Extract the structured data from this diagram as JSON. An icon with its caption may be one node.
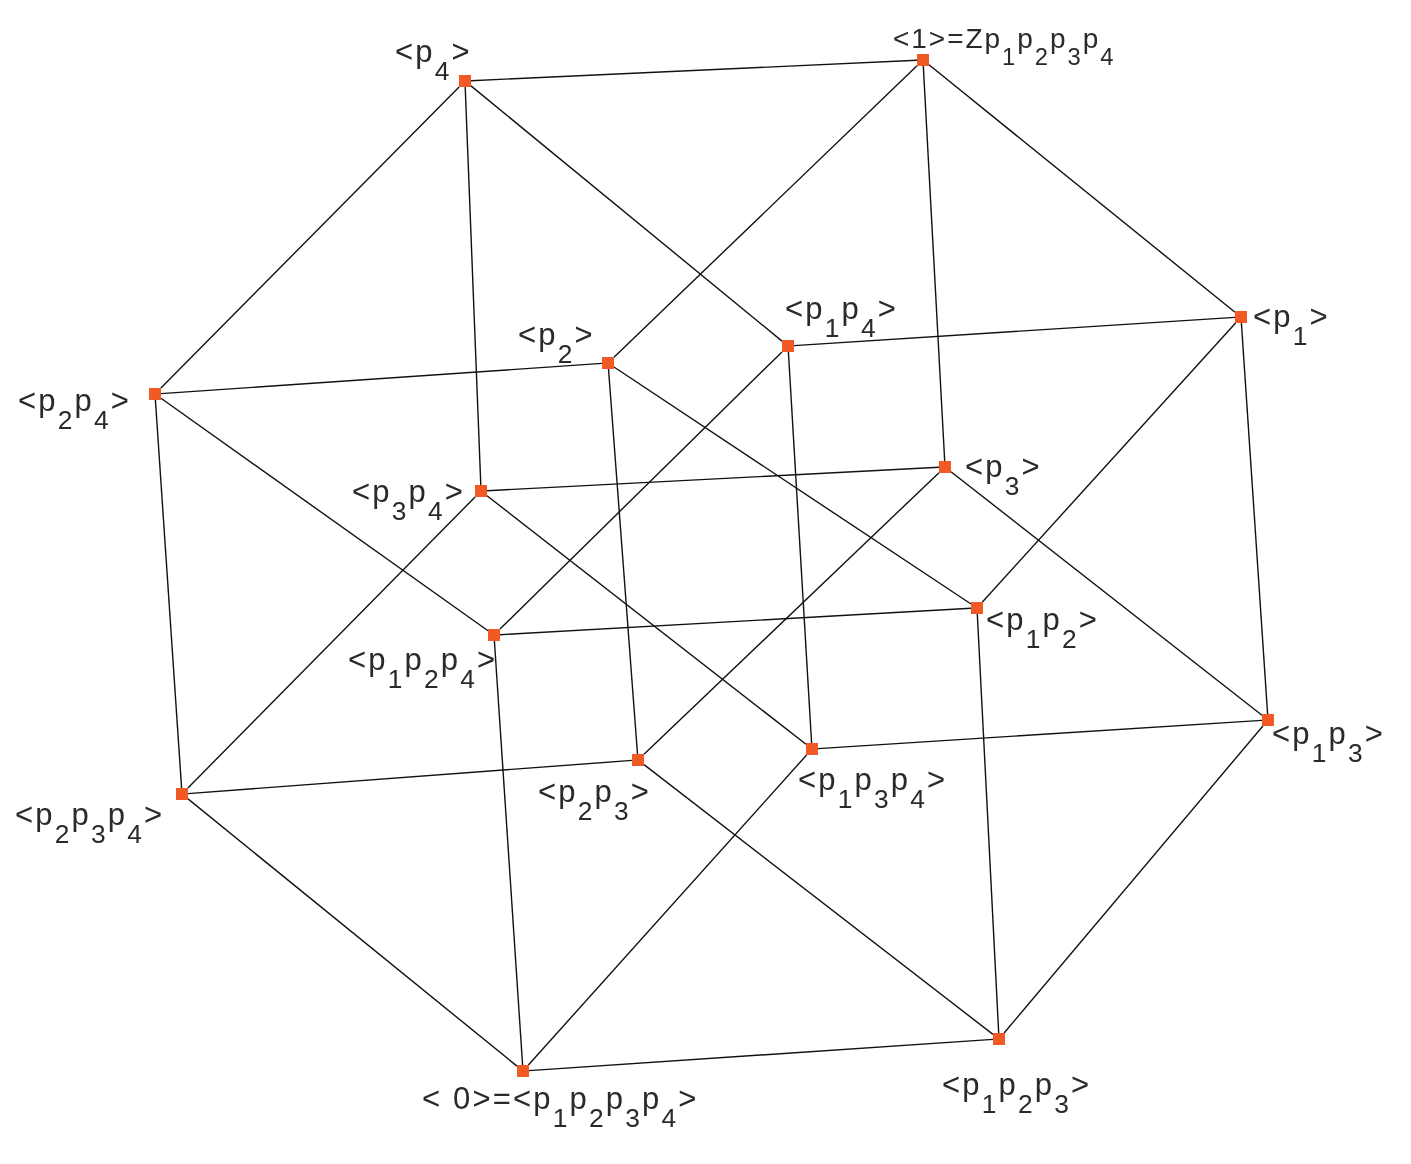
{
  "diagram": {
    "nodes": [
      {
        "text": [],
        "shape": "box",
        "beside": [
          "<1>=Zp$_{1}$p$_{2}$p$_{3}$p$_{4}$"
        ]
      },
      {
        "text": [],
        "shape": "box",
        "beside": [
          "<p$_{4}$>"
        ]
      },
      {
        "text": [],
        "shape": "box",
        "beside": [
          "<p$_{1}$>"
        ]
      },
      {
        "text": [],
        "shape": "box",
        "beside": [
          "<p$_{1}$p$_{4}$>"
        ]
      },
      {
        "text": [],
        "shape": "box",
        "beside": [
          "<p$_{2}$>"
        ]
      },
      {
        "text": [],
        "shape": "box",
        "beside": [
          "<p$_{2}$p$_{4}$>"
        ]
      },
      {
        "text": [],
        "shape": "box",
        "beside": [
          "<p$_{3}$>"
        ]
      },
      {
        "text": [],
        "shape": "box",
        "beside": [
          "<p$_{3}$p$_{4}$>"
        ]
      },
      {
        "text": [],
        "shape": "box",
        "beside": [
          "<p$_{1}$p$_{2}$>"
        ]
      },
      {
        "text": [],
        "shape": "box",
        "beside": [
          "<p$_{1}$p$_{2}$p$_{4}$>"
        ]
      },
      {
        "text": [],
        "shape": "box",
        "beside": [
          "<p$_{1}$p$_{3}$>"
        ]
      },
      {
        "text": [],
        "shape": "box",
        "beside": [
          "<p$_{1}$p$_{3}$p$_{4}$>"
        ]
      },
      {
        "text": [],
        "shape": "box",
        "beside": [
          "<p$_{2}$p$_{3}$>"
        ]
      },
      {
        "text": [],
        "shape": "box",
        "beside": [
          "<p$_{2}$p$_{3}$p$_{4}$>"
        ]
      },
      {
        "text": [],
        "shape": "box",
        "beside": [
          "<p$_{1}$p$_{2}$p$_{3}$>"
        ]
      },
      {
        "text": [],
        "shape": "box",
        "beside": [
          "< 0>=<p$_{1}$p$_{2}$p$_{3}$p$_{4}$>"
        ]
      }
    ],
    "edges": [
      {
        "from": 0,
        "to": 1,
        "arrow": "none"
      },
      {
        "from": 0,
        "to": 2,
        "arrow": "none"
      },
      {
        "from": 0,
        "to": 4,
        "arrow": "none"
      },
      {
        "from": 0,
        "to": 6,
        "arrow": "none"
      },
      {
        "from": 1,
        "to": 5,
        "arrow": "none"
      },
      {
        "from": 1,
        "to": 3,
        "arrow": "none"
      },
      {
        "from": 1,
        "to": 7,
        "arrow": "none"
      },
      {
        "from": 2,
        "to": 3,
        "arrow": "none"
      },
      {
        "from": 2,
        "to": 8,
        "arrow": "none"
      },
      {
        "from": 2,
        "to": 10,
        "arrow": "none"
      },
      {
        "from": 4,
        "to": 5,
        "arrow": "none"
      },
      {
        "from": 4,
        "to": 8,
        "arrow": "none"
      },
      {
        "from": 4,
        "to": 12,
        "arrow": "none"
      },
      {
        "from": 6,
        "to": 7,
        "arrow": "none"
      },
      {
        "from": 6,
        "to": 10,
        "arrow": "none"
      },
      {
        "from": 6,
        "to": 12,
        "arrow": "none"
      },
      {
        "from": 3,
        "to": 9,
        "arrow": "none"
      },
      {
        "from": 3,
        "to": 11,
        "arrow": "none"
      },
      {
        "from": 5,
        "to": 9,
        "arrow": "none"
      },
      {
        "from": 5,
        "to": 13,
        "arrow": "none"
      },
      {
        "from": 7,
        "to": 11,
        "arrow": "none"
      },
      {
        "from": 7,
        "to": 13,
        "arrow": "none"
      },
      {
        "from": 8,
        "to": 9,
        "arrow": "none"
      },
      {
        "from": 8,
        "to": 14,
        "arrow": "none"
      },
      {
        "from": 10,
        "to": 11,
        "arrow": "none"
      },
      {
        "from": 10,
        "to": 14,
        "arrow": "none"
      },
      {
        "from": 12,
        "to": 13,
        "arrow": "none"
      },
      {
        "from": 12,
        "to": 14,
        "arrow": "none"
      },
      {
        "from": 9,
        "to": 15,
        "arrow": "none"
      },
      {
        "from": 11,
        "to": 15,
        "arrow": "none"
      },
      {
        "from": 13,
        "to": 15,
        "arrow": "none"
      },
      {
        "from": 14,
        "to": 15,
        "arrow": "none"
      }
    ]
  }
}
